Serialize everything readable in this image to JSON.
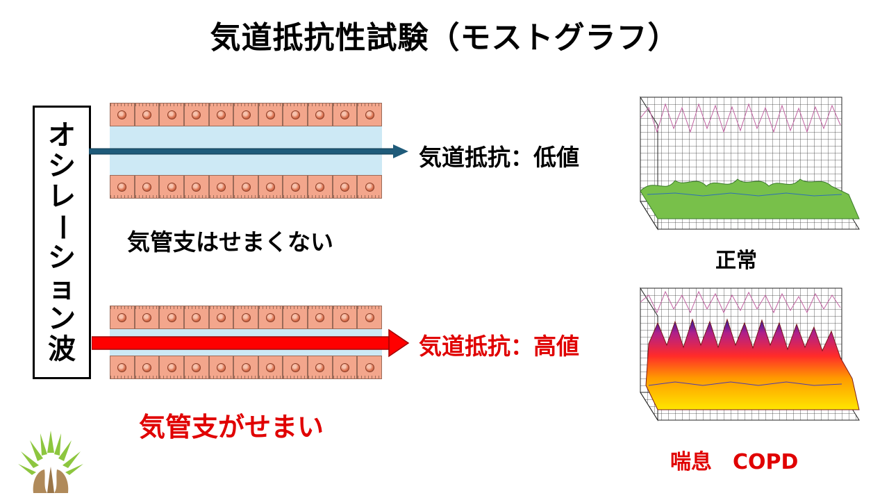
{
  "title": "気道抵抗性試験（モストグラフ）",
  "oscillation_label_chars": [
    "オ",
    "シ",
    "レ",
    "ー",
    "シ",
    "ョ",
    "ン",
    "波"
  ],
  "normal": {
    "result_label": "気道抵抗：低値",
    "caption": "気管支はせまくない",
    "graph_label": "正常",
    "color": "#000000",
    "arrow_color": "#1f5b7a"
  },
  "narrow": {
    "result_label": "気道抵抗：高値",
    "caption": "気管支がせまい",
    "graph_label": "喘息　COPD",
    "color": "#e00000",
    "arrow_color": "#ff0000"
  },
  "colors": {
    "cell_fill": "#f3a68c",
    "lumen": "#cde9f5",
    "surface_normal": "#78c04a",
    "logo_green": "#8dc63f",
    "logo_brown": "#b08a5a"
  }
}
